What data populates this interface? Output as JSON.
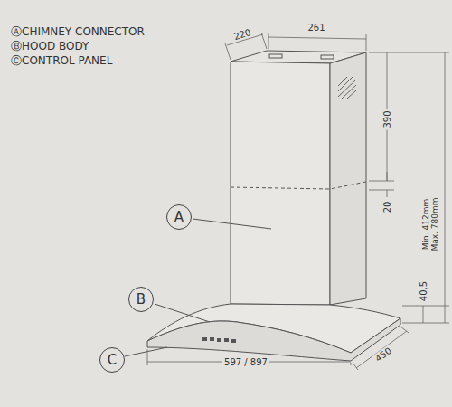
{
  "diagram": {
    "nodes": [
      {
        "text": [
          "A"
        ]
      },
      {
        "text": [
          "B"
        ]
      },
      {
        "text": [
          "C"
        ]
      }
    ],
    "labels": [
      "ⒶCHIMNEY CONNECTOR",
      "ⒷHOOD BODY",
      "ⒸCONTROL PANEL",
      "220",
      "261",
      "390",
      "20",
      "Min. 412mm",
      "Max. 780mm",
      "40,5",
      "597 / 897",
      "450"
    ]
  }
}
